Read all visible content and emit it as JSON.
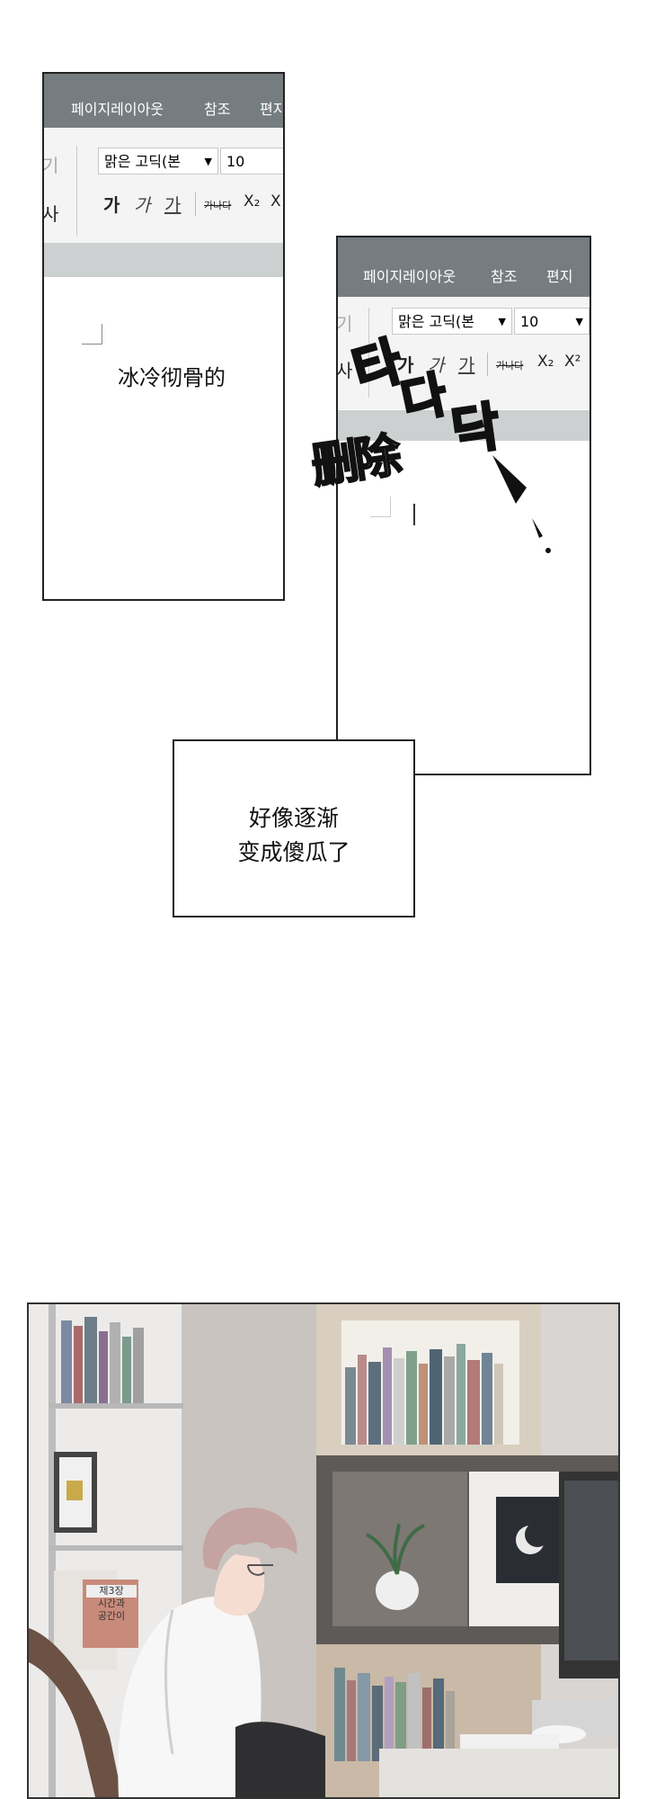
{
  "window1": {
    "tabs": [
      "페이지레이아웃",
      "참조",
      "편지"
    ],
    "font_name": "맑은 고딕(본",
    "font_size": "10",
    "format_buttons": [
      "가",
      "가",
      "가",
      "가나다",
      "X₂",
      "X"
    ],
    "left_fragments": [
      "기",
      "사"
    ],
    "body_text": "冰冷彻骨的"
  },
  "window2": {
    "tabs": [
      "페이지레이아웃",
      "참조",
      "편지"
    ],
    "font_name": "맑은 고딕(본",
    "font_size": "10",
    "format_buttons": [
      "가",
      "가",
      "가",
      "가나다",
      "X₂",
      "X²"
    ],
    "left_fragments": [
      "기",
      "사"
    ]
  },
  "sfx": {
    "typing": [
      "타",
      "다",
      "닥"
    ],
    "delete": "删除"
  },
  "caption_box": {
    "line1": "好像逐渐",
    "line2": "变成傻瓜了"
  },
  "panel": {
    "poster_lines": [
      "제3장",
      "시간과",
      "공간이"
    ]
  }
}
